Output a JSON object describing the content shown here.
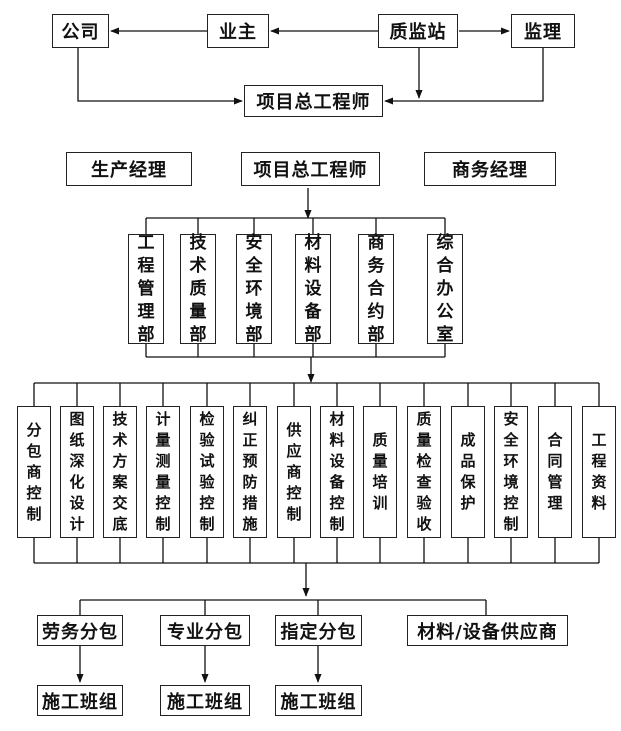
{
  "top": {
    "company": "公司",
    "owner": "业主",
    "quality_station": "质监站",
    "supervisor": "监理",
    "chief_engineer": "项目总工程师"
  },
  "management": {
    "production_manager": "生产经理",
    "chief_engineer": "项目总工程师",
    "business_manager": "商务经理"
  },
  "departments": [
    "工程管理部",
    "技术质量部",
    "安全环境部",
    "材料设备部",
    "商务合约部",
    "综合办公室"
  ],
  "tasks": [
    "分包商控制",
    "图纸深化设计",
    "技术方案交底",
    "计量测量控制",
    "检验试验控制",
    "纠正预防措施",
    "供应商控制",
    "材料设备控制",
    "质量培训",
    "质量检查验收",
    "成品保护",
    "安全环境控制",
    "合同管理",
    "工程资料"
  ],
  "subcontract": {
    "labor": "劳务分包",
    "professional": "专业分包",
    "designated": "指定分包",
    "supplier": "材料/设备供应商"
  },
  "teams": [
    "施工班组",
    "施工班组",
    "施工班组"
  ]
}
